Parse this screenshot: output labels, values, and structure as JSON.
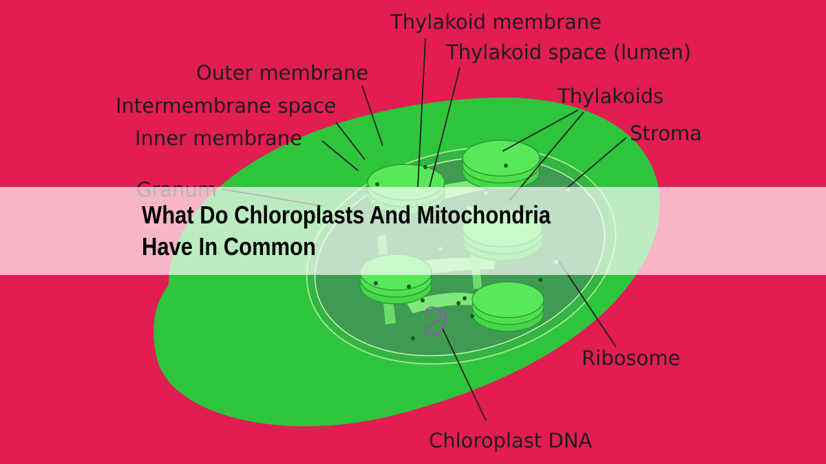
{
  "page": {
    "title_line1": "What Do Chloroplasts And Mitochondria",
    "title_line2": "Have In Common"
  },
  "diagram": {
    "labels": {
      "thylakoid_membrane": "Thylakoid membrane",
      "thylakoid_space": "Thylakoid space (lumen)",
      "outer_membrane": "Outer membrane",
      "intermembrane_space": "Intermembrane space",
      "inner_membrane": "Inner membrane",
      "granum": "Granum",
      "thylakoids": "Thylakoids",
      "stroma": "Stroma",
      "ribosome": "Ribosome",
      "chloroplast_dna": "Chloroplast DNA"
    }
  },
  "colors": {
    "background": "#e21d52",
    "chloroplast_body": "#2ec43c",
    "stroma": "#3f9a52",
    "thylakoid": "#45d64a",
    "lumen": "#9ff29a",
    "dna": "#9b4fb5",
    "banner": "#f8c6d2"
  }
}
